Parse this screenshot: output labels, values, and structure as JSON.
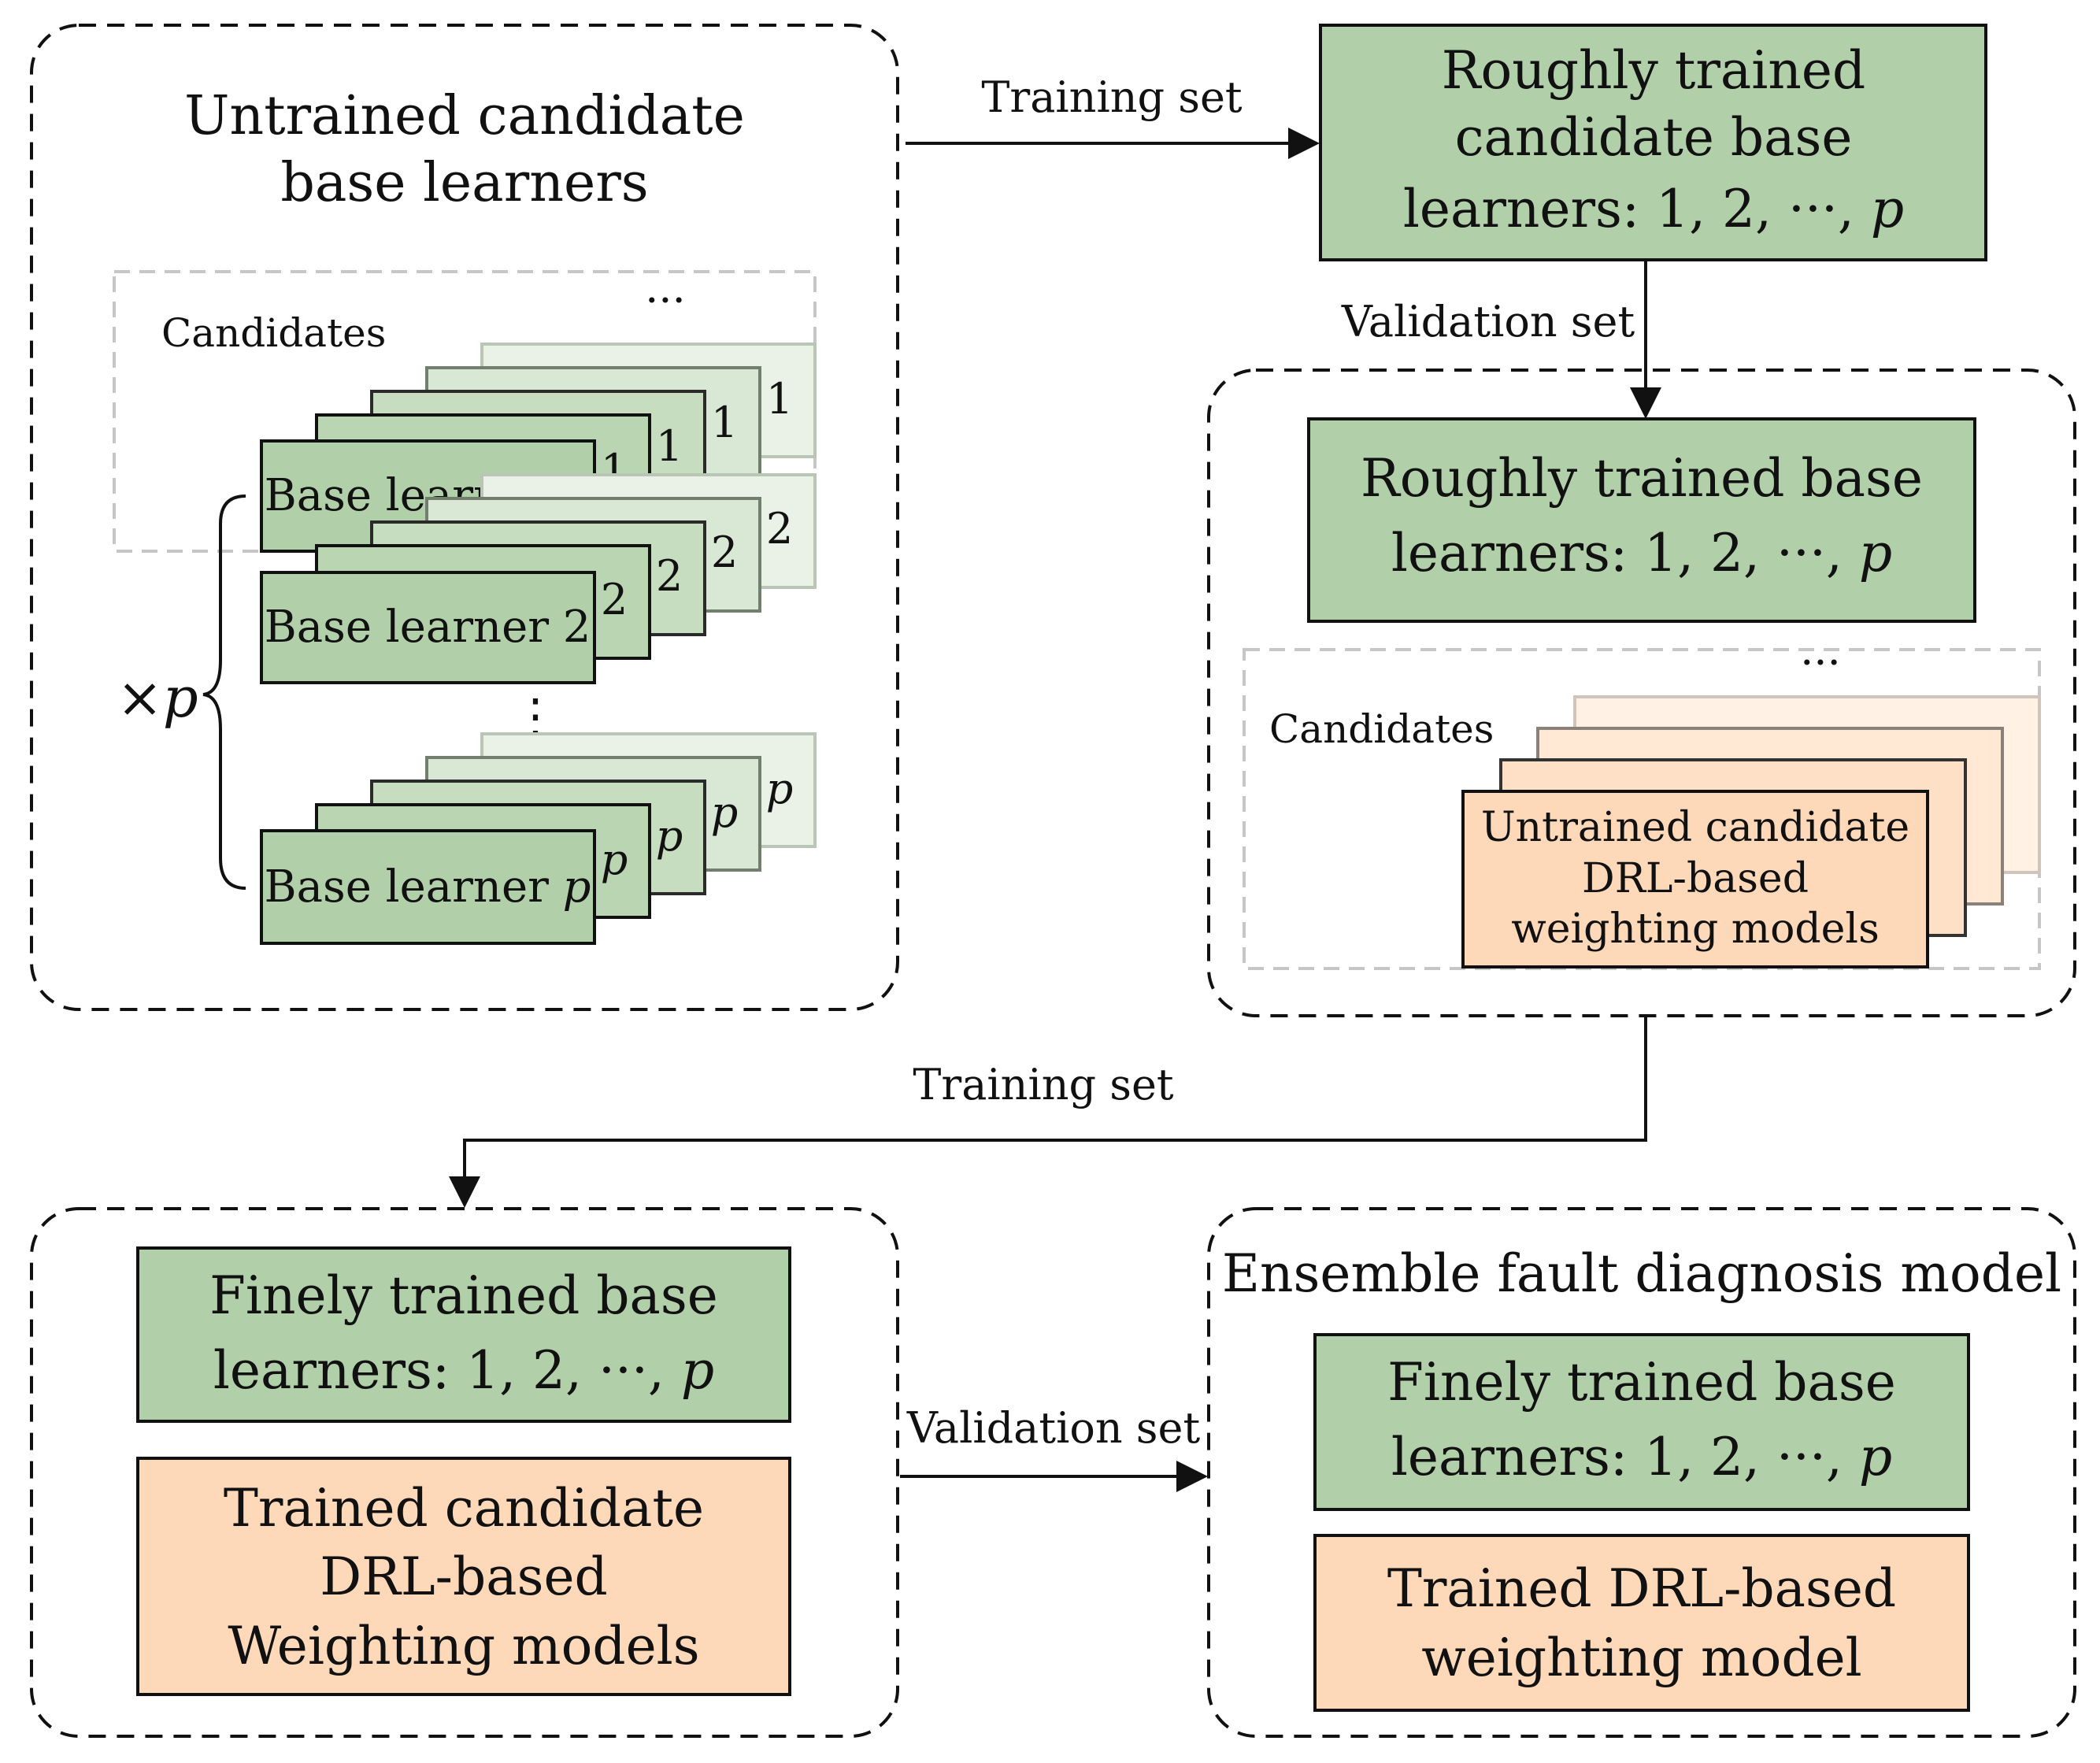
{
  "colors": {
    "green": "#b1d0a9",
    "peach": "#fdd9b9",
    "ink": "#111111",
    "gray_dash": "#c6c6c6"
  },
  "panel1": {
    "title_line1": "Untrained candidate",
    "title_line2": "base learners",
    "candidates_label": "Candidates",
    "ellipsis_h": "···",
    "ellipsis_v": "⋮",
    "multiplier": "×p",
    "learner1_label": "Base learner 1",
    "learner2_label": "Base learner 2",
    "learnerp_label": "Base learner",
    "learnerp_var": "p",
    "idx_1": "1",
    "idx_2": "2",
    "idx_p": "p"
  },
  "rough_candidates": {
    "line1": "Roughly trained",
    "line2": "candidate base",
    "line3": "learners: 1, 2, ···,",
    "var": "p"
  },
  "panel2": {
    "rough_base_line1": "Roughly trained base",
    "rough_base_line2": "learners: 1, 2, ···,",
    "rough_base_var": "p",
    "candidates_label": "Candidates",
    "ellipsis_h": "···",
    "drl_line1": "Untrained candidate",
    "drl_line2": "DRL-based",
    "drl_line3": "weighting models"
  },
  "panel3": {
    "fine_line1": "Finely trained base",
    "fine_line2": "learners: 1, 2, ···,",
    "fine_var": "p",
    "drl_line1": "Trained candidate",
    "drl_line2": "DRL-based",
    "drl_line3": "Weighting models"
  },
  "panel4": {
    "title": "Ensemble fault diagnosis model",
    "fine_line1": "Finely trained base",
    "fine_line2": "learners: 1, 2, ···,",
    "fine_var": "p",
    "drl_line1": "Trained DRL-based",
    "drl_line2": "weighting model"
  },
  "arrows": {
    "a1_label": "Training set",
    "a2_label": "Validation set",
    "a3_label": "Training set",
    "a4_label": "Validation set"
  }
}
